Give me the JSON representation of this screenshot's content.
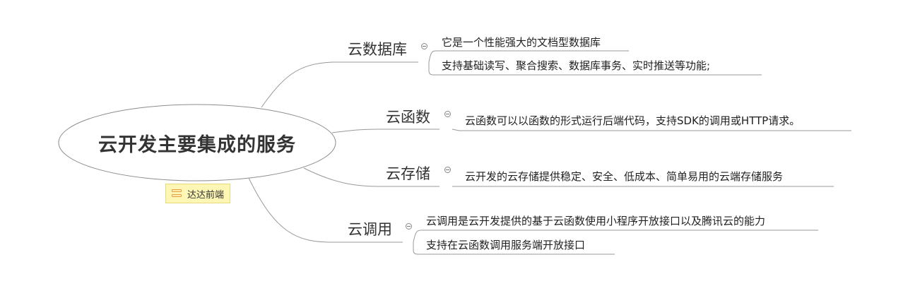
{
  "root": {
    "title": "云开发主要集成的服务"
  },
  "tag": {
    "label": "达达前端",
    "icon": "notebook-icon"
  },
  "branches": [
    {
      "label": "云数据库",
      "leaves": [
        "它是一个性能强大的文档型数据库",
        "支持基础读写、聚合搜索、数据库事务、实时推送等功能;"
      ]
    },
    {
      "label": "云函数",
      "leaves": [
        "云函数可以以函数的形式运行后端代码，支持SDK的调用或HTTP请求。"
      ]
    },
    {
      "label": "云存储",
      "leaves": [
        "云开发的云存储提供稳定、安全、低成本、简单易用的云端存储服务"
      ]
    },
    {
      "label": "云调用",
      "leaves": [
        "云调用是云开发提供的基于云函数使用小程序开放接口以及腾讯云的能力",
        "支持在云函数调用服务端开放接口"
      ]
    }
  ]
}
